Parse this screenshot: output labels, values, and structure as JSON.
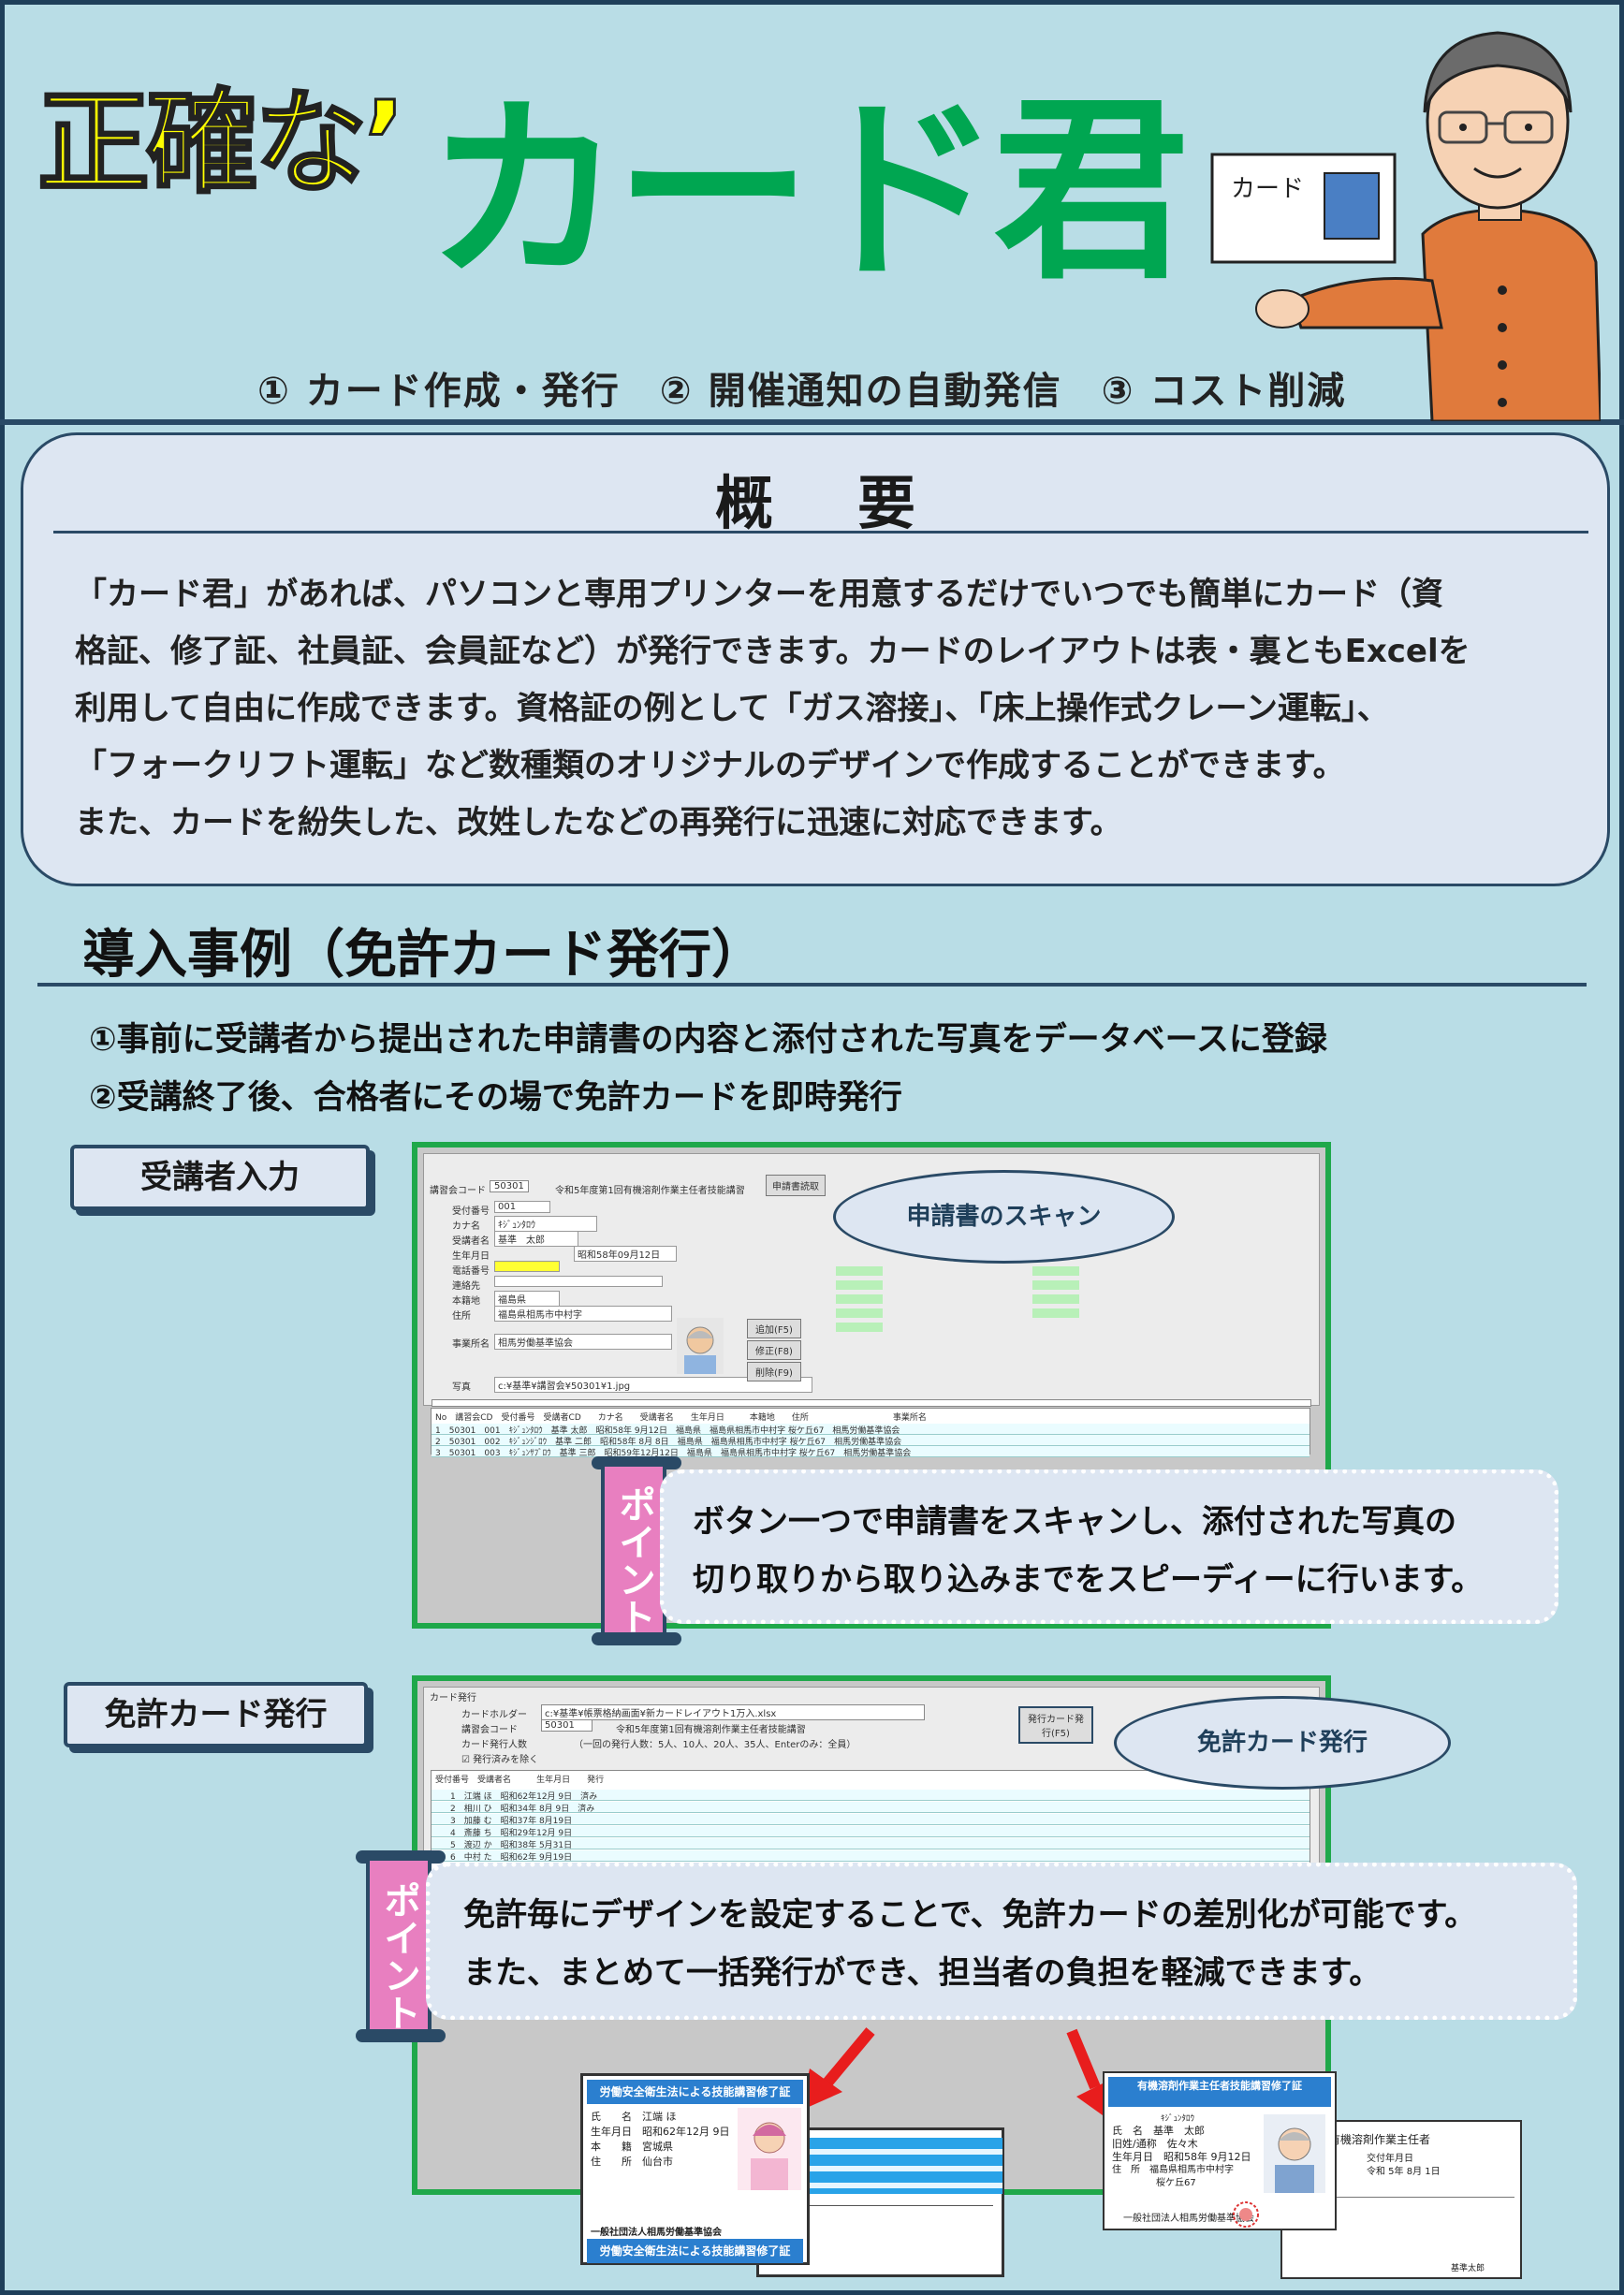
{
  "header": {
    "title_sub": "正確な’",
    "title_main": "カード君",
    "features": "① カード作成・発行　② 開催通知の自動発信　③ コスト削減",
    "card_label": "カード"
  },
  "overview": {
    "title": "概要",
    "lines": [
      "「カード君」があれば、パソコンと専用プリンターを用意するだけでいつでも簡単にカード（資",
      "格証、修了証、社員証、会員証など）が発行できます。カードのレイアウトは表・裏ともExcelを",
      "利用して自由に作成できます。資格証の例として「ガス溶接」、「床上操作式クレーン運転」、",
      "「フォークリフト運転」など数種類のオリジナルのデザインで作成することができます。",
      "また、カードを紛失した、改姓したなどの再発行に迅速に対応できます。"
    ]
  },
  "case": {
    "heading": "導入事例（免許カード発行）",
    "steps": [
      "①事前に受講者から提出された申請書の内容と添付された写真をデータベースに登録",
      "②受講終了後、合格者にその場で免許カードを即時発行"
    ]
  },
  "section1": {
    "label": "受講者入力",
    "callout": "申請書のスキャン",
    "point_tag": "ポイント",
    "point_lines": [
      "ボタン一つで申請書をスキャンし、添付された写真の",
      "切り取りから取り込みまでをスピーディーに行います。"
    ],
    "screen": {
      "course_code_label": "講習会コード",
      "course_code": "50301",
      "course_name": "令和5年度第1回有機溶剤作業主任者技能講習",
      "scan_button": "申請書読取",
      "fields": [
        {
          "label": "受付番号",
          "value": "001"
        },
        {
          "label": "カナ名",
          "value": "ｷｼﾞｭﾝﾀﾛｳ"
        },
        {
          "label": "受講者名",
          "value": "基準　太郎"
        },
        {
          "label": "生年月日",
          "value": "昭和58年09月12日"
        },
        {
          "label": "電話番号",
          "value": ""
        },
        {
          "label": "連絡先",
          "value": ""
        },
        {
          "label": "本籍地",
          "value": "福島県"
        },
        {
          "label": "住所",
          "value": "福島県相馬市中村字"
        },
        {
          "label": "事業所名",
          "value": "相馬労働基準協会"
        },
        {
          "label": "写真",
          "value": "c:¥基準¥講習会¥50301¥1.jpg"
        }
      ],
      "buttons": [
        "追加(F5)",
        "修正(F8)",
        "削除(F9)"
      ],
      "grid_headers": [
        "No",
        "講習会CD",
        "受付番号",
        "受講者CD",
        "カナ名",
        "受講者名",
        "生年月日",
        "本籍地",
        "住所",
        "事業所名"
      ],
      "grid_rows": [
        [
          "1",
          "50301",
          "001",
          "ｷｼﾞｭﾝﾀﾛｳ",
          "基準 太郎",
          "昭和58年 9月12日",
          "福島県",
          "福島県相馬市中村字 桜ケ丘67",
          "相馬労働基準協会"
        ],
        [
          "2",
          "50301",
          "002",
          "ｷｼﾞｭﾝｼﾞﾛｳ",
          "基準 二郎",
          "昭和58年 8月 8日",
          "福島県",
          "福島県相馬市中村字 桜ケ丘67",
          "相馬労働基準協会"
        ],
        [
          "3",
          "50301",
          "003",
          "ｷｼﾞｭﾝｻﾌﾞﾛｳ",
          "基準 三郎",
          "昭和59年12月12日",
          "福島県",
          "福島県相馬市中村字 桜ケ丘67",
          "相馬労働基準協会"
        ]
      ]
    }
  },
  "section2": {
    "label": "免許カード発行",
    "callout": "免許カード発行",
    "point_tag": "ポイント",
    "point_lines": [
      "免許毎にデザインを設定することで、免許カードの差別化が可能です。",
      "また、まとめて一括発行ができ、担当者の負担を軽減できます。"
    ],
    "screen": {
      "window_title": "カード発行",
      "path_label": "カードホルダー",
      "path_value": "c:¥基準¥帳票格納画面¥新カードレイアウト1万入.xlsx",
      "code_label": "講習会コード",
      "code_value": "50301",
      "course_name": "令和5年度第1回有機溶剤作業主任者技能講習",
      "issue_label": "カード発行人数",
      "issue_hint": "（一回の発行人数：5人、10人、20人、35人、Enterのみ：全員）",
      "exclude_label": "発行済みを除く",
      "issue_button": "発行カード発行(F5)",
      "grid_headers": [
        "受付番号",
        "受講者名",
        "生年月日",
        "発行"
      ],
      "grid_rows": [
        [
          "1",
          "江端 ほ",
          "昭和62年12月 9日",
          "済み"
        ],
        [
          "2",
          "相川 ひ",
          "昭和34年 8月 9日",
          "済み"
        ],
        [
          "3",
          "加藤 む",
          "昭和37年 8月19日",
          ""
        ],
        [
          "4",
          "斎藤 ち",
          "昭和29年12月 9日",
          ""
        ],
        [
          "5",
          "渡辺 か",
          "昭和38年 5月31日",
          ""
        ],
        [
          "6",
          "中村 た",
          "昭和62年 9月19日",
          ""
        ]
      ]
    },
    "card1": {
      "head": "労働安全衛生法による技能講習修了証",
      "rows": [
        "氏　　名　江端 ほ",
        "生年月日　昭和62年12月 9日",
        "本　　籍　宮城県",
        "住　　所　仙台市"
      ],
      "footer": "一般社団法人相馬労働基準協会",
      "bottom": "労働安全衛生法による技能講習修了証"
    },
    "card2": {
      "head": "有機溶剤作業主任者技能講習修了証",
      "rows": [
        "ｷｼﾞｭﾝﾀﾛｳ",
        "氏　名　基準　太郎",
        "旧姓/通称　佐々木",
        "生年月日　昭和58年 9月12日",
        "住　所　福島県相馬市中村字",
        "桜ケ丘67"
      ],
      "footer": "一般社団法人相馬労働基準協会",
      "back_title": "有機溶剤作業主任者",
      "back_date_label": "交付年月日",
      "back_date": "令和 5年 8月 1日",
      "back_note": "基準太郎"
    }
  },
  "colors": {
    "background": "#b9dde6",
    "navy": "#2a4a66",
    "title_green": "#00a651",
    "title_yellow": "#ffff00",
    "point_pink": "#e87fc0",
    "screen_border": "#1fa84a"
  }
}
